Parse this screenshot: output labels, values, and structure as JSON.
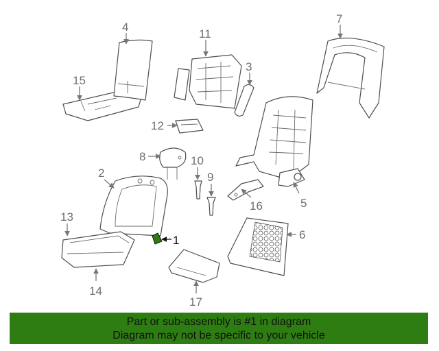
{
  "diagram": {
    "labels": {
      "l1": "1",
      "l2": "2",
      "l3": "3",
      "l4": "4",
      "l5": "5",
      "l6": "6",
      "l7": "7",
      "l8": "8",
      "l9": "9",
      "l10": "10",
      "l11": "11",
      "l12": "12",
      "l13": "13",
      "l14": "14",
      "l15": "15",
      "l16": "16",
      "l17": "17"
    },
    "highlight_color": "#2e7d12",
    "line_color": "#4d4d4d"
  },
  "banner": {
    "line1": "Part or sub-assembly is #1 in diagram",
    "line2": "Diagram may not be specific to your vehicle",
    "color": "#2e7d12"
  }
}
